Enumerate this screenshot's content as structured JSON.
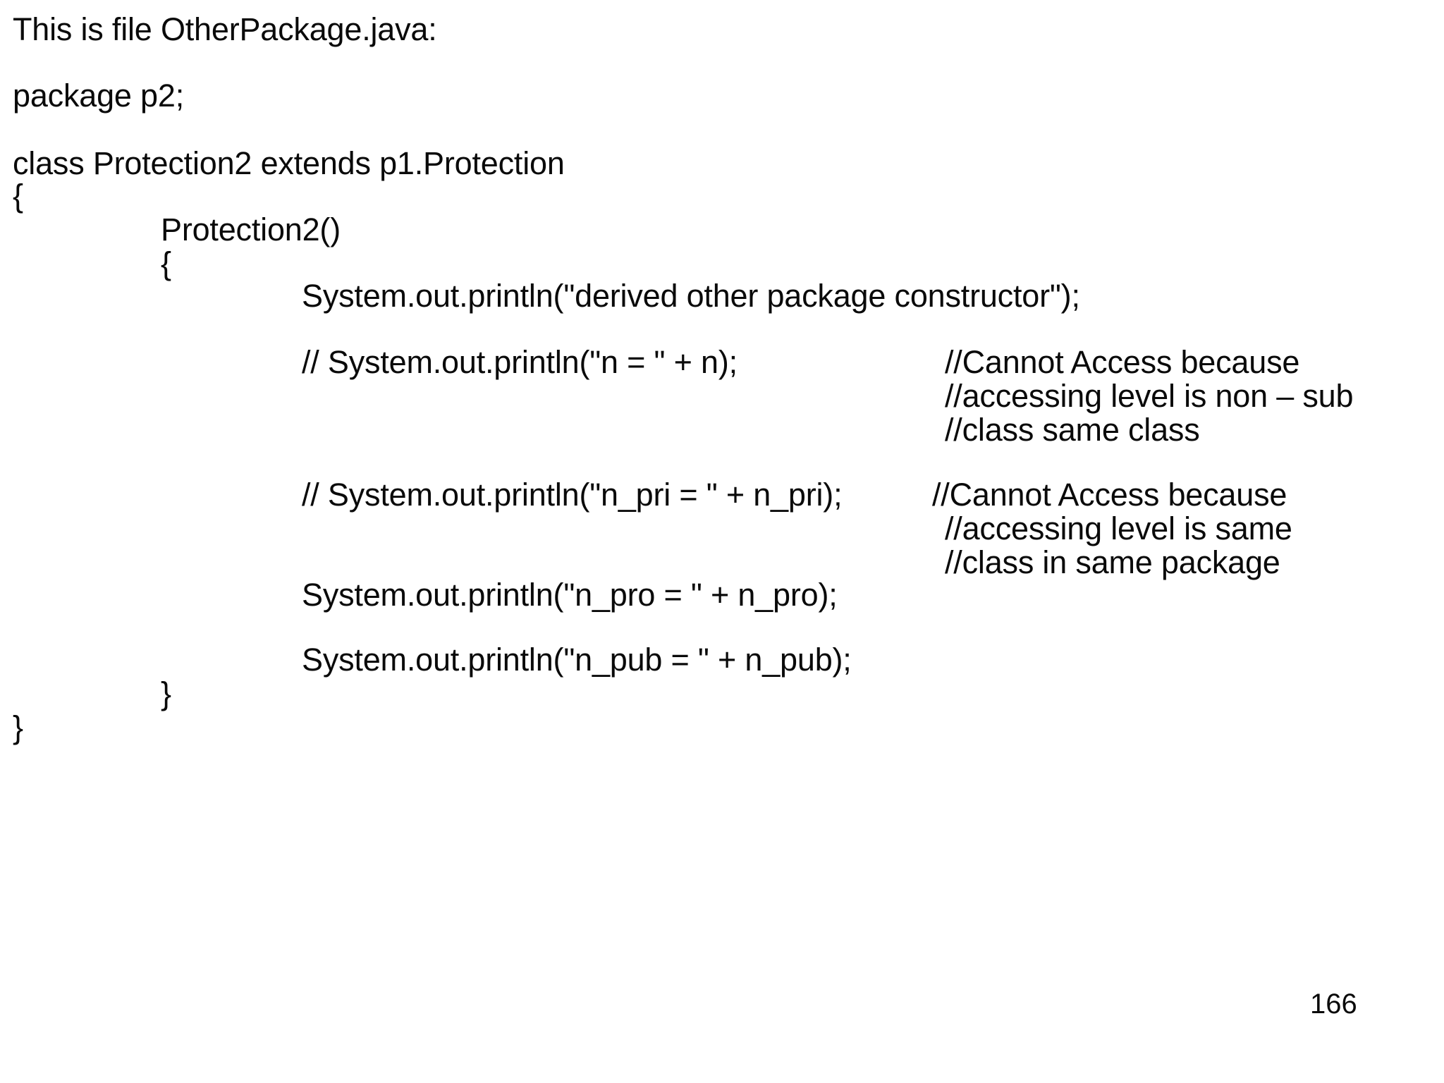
{
  "slide": {
    "page_number": "166",
    "heading": "This is file OtherPackage.java:",
    "code_lines": {
      "package_decl": "package p2;",
      "class_decl": "class Protection2 extends p1.Protection",
      "class_open_brace": "{",
      "ctor_signature": "Protection2()",
      "ctor_open_brace": "{",
      "println_ctor": "System.out.println(\"derived other package constructor\");",
      "commented_n": "// System.out.println(\"n = \" + n);",
      "commented_n_pri": "// System.out.println(\"n_pri = \" + n_pri);",
      "println_n_pro": "System.out.println(\"n_pro = \" + n_pro);",
      "println_n_pub": "System.out.println(\"n_pub = \" + n_pub);",
      "ctor_close_brace": "}",
      "class_close_brace": "}"
    },
    "comment_block_n": [
      "//Cannot Access because",
      "//accessing level is non – sub",
      "//class same class"
    ],
    "comment_block_n_pri": [
      "//Cannot Access because",
      "//accessing level is same",
      "//class in same package"
    ]
  }
}
